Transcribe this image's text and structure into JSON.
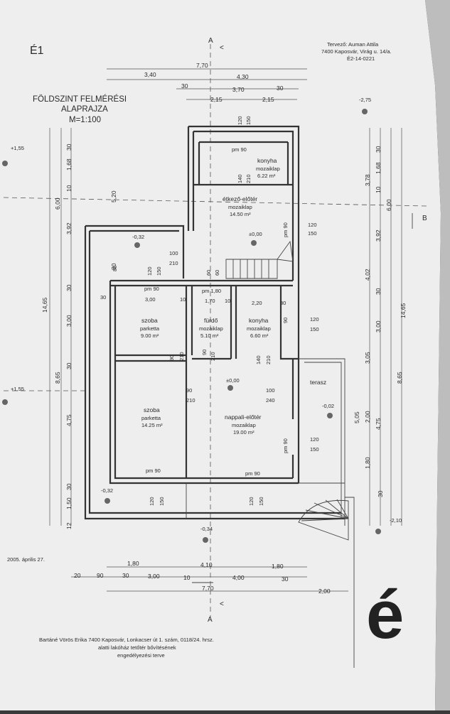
{
  "sheet": {
    "sheet_code": "É1",
    "title_line1": "FÖLDSZINT FELMÉRÉSI",
    "title_line2": "ALAPRAJZA",
    "scale": "M=1:100",
    "designer_name": "Tervező: Auman Attila",
    "designer_address": "7400 Kaposvár, Virág u. 14/a.",
    "designer_id": "É2-14-0221",
    "date": "2005. április 27.",
    "footer_line1": "Bartáné Vörös Erika 7400 Kaposvár, Lonkacser út 1. szám, 0118/24. hrsz.",
    "footer_line2": "alatti lakóház tetőtér bővítésének",
    "footer_line3": "engedélyezési terve",
    "logo_letter": "é"
  },
  "sections": {
    "a_top": "A",
    "a_bottom": "A",
    "b_right": "B"
  },
  "levels": {
    "left_upper": "+1,55",
    "left_lower": "+1,55",
    "top_right": "-2,75",
    "hall_top": "-0,32",
    "kitchen_hall": "±0,00",
    "living": "±0,00",
    "terrace": "-0,02",
    "bottom_left": "-0,32",
    "entrance": "-0,34",
    "stair_right": "-2,10"
  },
  "rooms": [
    {
      "name": "konyha",
      "floor": "mozaiklap",
      "area": "6.22 m²"
    },
    {
      "name": "étkező-előtér",
      "floor": "mozaiklap",
      "area": "14.50 m²"
    },
    {
      "name": "szoba",
      "floor": "parketta",
      "area": "9.00 m²"
    },
    {
      "name": "fürdő",
      "floor": "mozaiklap",
      "area": "5.10 m²"
    },
    {
      "name": "konyha",
      "floor": "mozaiklap",
      "area": "6.60 m²"
    },
    {
      "name": "szoba",
      "floor": "parketta",
      "area": "14.25 m²"
    },
    {
      "name": "nappali-előtér",
      "floor": "mozaiklap",
      "area": "19.00 m²"
    },
    {
      "name": "terasz",
      "floor": "",
      "area": ""
    }
  ],
  "dims": {
    "top": {
      "total": "7,70",
      "a": "3,40",
      "b": "4,30",
      "c": "30",
      "d": "3,70",
      "e": "30",
      "f": "2,15",
      "g": "2,15"
    },
    "bottom": {
      "total": "7,70",
      "a": "1,80",
      "b": "4,10",
      "c": "1,80",
      "d": "20",
      "e": "90",
      "f": "30",
      "g": "3,00",
      "h": "10",
      "i": "4,00",
      "j": "30",
      "k": "2,00"
    },
    "left": {
      "total": "14,65",
      "a": "6,00",
      "b": "8,65",
      "c": "30",
      "d": "1,68",
      "e": "10",
      "f": "3,92",
      "g": "5,20",
      "h": "30",
      "i": "3,00",
      "j": "30",
      "k": "4,75",
      "l": "30",
      "m": "1,50",
      "n": "12",
      "o": "80"
    },
    "right": {
      "total": "14,65",
      "a": "6,00",
      "b": "8,65",
      "c": "30",
      "d": "1,68",
      "e": "10",
      "f": "3,78",
      "g": "3,92",
      "h": "4,02",
      "i": "30",
      "j": "3,00",
      "k": "3,05",
      "l": "5,05",
      "m": "2,00",
      "n": "4,75",
      "o": "1,80",
      "p": "30"
    }
  },
  "openings": {
    "o1": "pm 90",
    "o2": "120",
    "o3": "150",
    "o4": "140",
    "o5": "210",
    "o6": "120",
    "o7": "150",
    "o8": "pm 90",
    "o9": "100",
    "o10": "210",
    "o11": "120",
    "o12": "150",
    "o13": "60",
    "o14": "60",
    "o15": "80",
    "o16": "pm 90",
    "o17": "3,00",
    "o18": "10",
    "o19": "pm 1,80",
    "o20": "1,70",
    "o21": "10",
    "o22": "2,20",
    "o23": "30",
    "o24": "90",
    "o25": "120",
    "o26": "150",
    "o27": "90",
    "o28": "210",
    "o29": "90",
    "o30": "210",
    "o31": "140",
    "o32": "210",
    "o33": "90",
    "o34": "210",
    "o35": "100",
    "o36": "240",
    "o37": "pm 90",
    "o38": "120",
    "o39": "150",
    "o40": "pm 90",
    "o41": "pm 90",
    "o42": "120",
    "o43": "150",
    "o44": "120",
    "o45": "150",
    "o46": "30"
  }
}
